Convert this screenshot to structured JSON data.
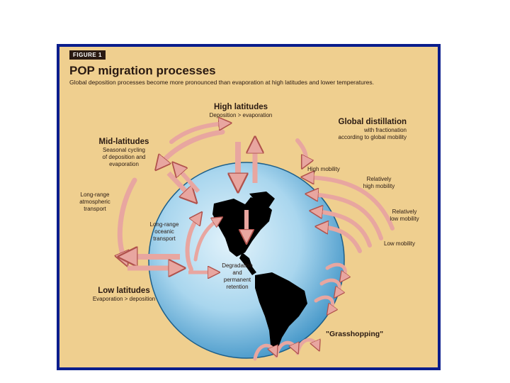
{
  "figure": {
    "label": "FIGURE 1",
    "title": "POP migration processes",
    "subtitle": "Global deposition processes become more pronounced than evaporation at high latitudes and lower temperatures."
  },
  "labels": {
    "high_latitudes": {
      "heading": "High latitudes",
      "detail": "Deposition > evaporation"
    },
    "mid_latitudes": {
      "heading": "Mid-latitudes",
      "detail_1": "Seasonal cycling",
      "detail_2": "of deposition and",
      "detail_3": "evaporation"
    },
    "low_latitudes": {
      "heading": "Low latitudes",
      "detail": "Evaporation > deposition"
    },
    "global_distillation": {
      "heading": "Global distillation",
      "detail_1": "with fractionation",
      "detail_2": "according to global mobility"
    },
    "long_range_atmospheric": {
      "line_1": "Long-range",
      "line_2": "atmospheric",
      "line_3": "transport"
    },
    "long_range_oceanic": {
      "line_1": "Long-range",
      "line_2": "oceanic",
      "line_3": "transport"
    },
    "degradation": {
      "line_1": "Degradation",
      "line_2": "and",
      "line_3": "permanent",
      "line_4": "retention"
    },
    "high_mobility": "High mobility",
    "relatively_high_mobility": {
      "line_1": "Relatively",
      "line_2": "high mobility"
    },
    "relatively_low_mobility": {
      "line_1": "Relatively",
      "line_2": "low mobility"
    },
    "low_mobility": "Low mobility",
    "grasshopping": "\"Grasshopping\""
  },
  "colors": {
    "background": "#efcf8f",
    "frame_border": "#0a1d8c",
    "arrow_fill": "#e8a6a0",
    "arrow_stroke": "#b0524c",
    "globe_light": "#e3f3fb",
    "globe_dark": "#3f93c6",
    "land": "#000000"
  }
}
